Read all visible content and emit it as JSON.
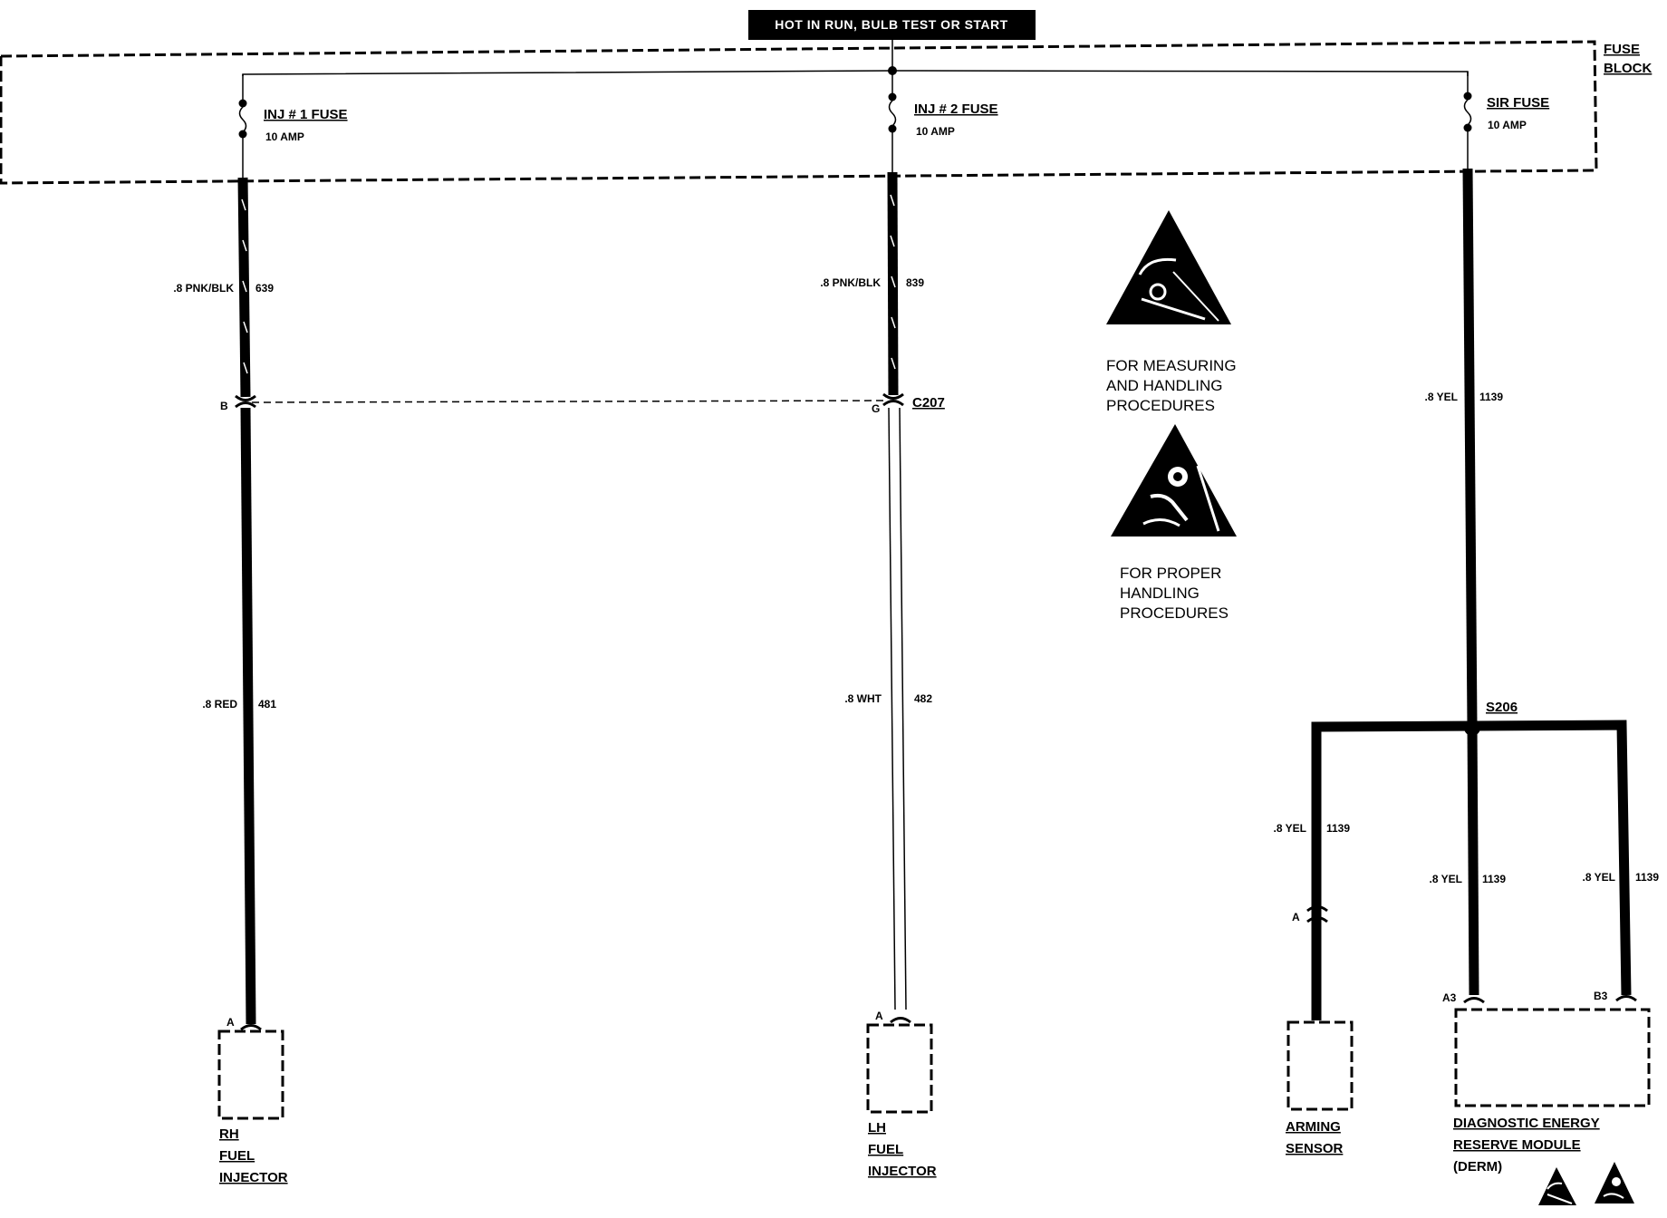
{
  "header": {
    "power_label": "HOT IN RUN, BULB TEST OR START"
  },
  "fuse_block": {
    "label_line1": "FUSE",
    "label_line2": "BLOCK"
  },
  "fuses": [
    {
      "name": "INJ # 1 FUSE",
      "rating": "10 AMP"
    },
    {
      "name": "INJ # 2 FUSE",
      "rating": "10 AMP"
    },
    {
      "name": "SIR FUSE",
      "rating": "10 AMP"
    }
  ],
  "wires": {
    "inj1_upper": {
      "gauge_color": ".8 PNK/BLK",
      "circuit": "639"
    },
    "inj2_upper": {
      "gauge_color": ".8 PNK/BLK",
      "circuit": "839"
    },
    "sir_upper": {
      "gauge_color": ".8 YEL",
      "circuit": "1139"
    },
    "inj1_lower": {
      "gauge_color": ".8 RED",
      "circuit": "481"
    },
    "inj2_lower": {
      "gauge_color": ".8 WHT",
      "circuit": "482"
    },
    "arming": {
      "gauge_color": ".8 YEL",
      "circuit": "1139"
    },
    "derm_a3": {
      "gauge_color": ".8 YEL",
      "circuit": "1139"
    },
    "derm_b3": {
      "gauge_color": ".8 YEL",
      "circuit": "1139"
    }
  },
  "connector": {
    "name": "C207",
    "pin_inj1": "B",
    "pin_inj2": "G"
  },
  "splice": {
    "name": "S206"
  },
  "components": {
    "rh_injector": {
      "pin": "A",
      "line1": "RH",
      "line2": "FUEL",
      "line3": "INJECTOR"
    },
    "lh_injector": {
      "pin": "A",
      "line1": "LH",
      "line2": "FUEL",
      "line3": "INJECTOR"
    },
    "arming_sensor": {
      "pin": "A",
      "line1": "ARMING",
      "line2": "SENSOR"
    },
    "derm": {
      "pin1": "A3",
      "pin2": "B3",
      "line1": "DIAGNOSTIC ENERGY",
      "line2": "RESERVE MODULE",
      "line3": "(DERM)"
    }
  },
  "notes": {
    "esd": {
      "icon": "esd-warning-icon",
      "line1": "FOR MEASURING",
      "line2": "AND HANDLING",
      "line3": "PROCEDURES"
    },
    "sir": {
      "icon": "airbag-warning-icon",
      "line1": "FOR PROPER",
      "line2": "HANDLING",
      "line3": "PROCEDURES"
    }
  }
}
